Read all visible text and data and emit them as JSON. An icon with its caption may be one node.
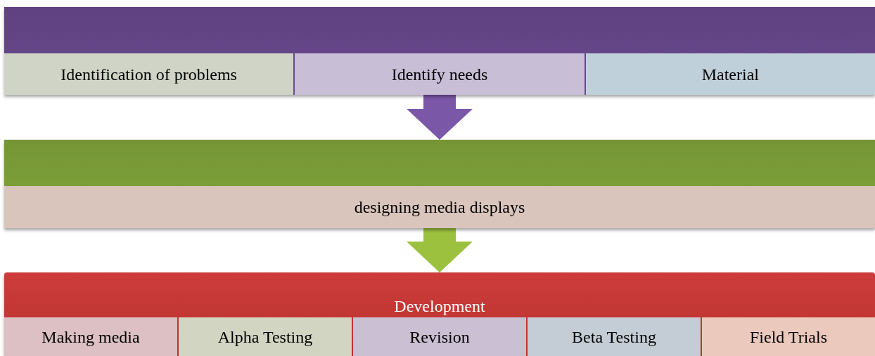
{
  "diagram": {
    "nodes": [
      {
        "text": [],
        "shape": "bar"
      },
      {
        "text": [
          "Identification of problems"
        ],
        "in": 0
      },
      {
        "text": [
          "Identify needs"
        ],
        "in": 0
      },
      {
        "text": [
          "Material"
        ],
        "in": 0
      },
      {
        "text": [],
        "shape": "bar"
      },
      {
        "text": [
          "designing media displays"
        ],
        "in": 4
      },
      {
        "text": [
          "Development"
        ]
      },
      {
        "text": [
          "Making media"
        ],
        "in": 6
      },
      {
        "text": [
          "Alpha Testing"
        ],
        "in": 6
      },
      {
        "text": [
          "Revision"
        ],
        "in": 6
      },
      {
        "text": [
          "Beta Testing"
        ],
        "in": 6
      },
      {
        "text": [
          "Field Trials"
        ],
        "in": 6
      }
    ],
    "edges": [
      {
        "from": 0,
        "to": 4,
        "arrow": "to",
        "color": "#7b57a8"
      },
      {
        "from": 4,
        "to": 6,
        "arrow": "to",
        "color": "#9bc13f"
      }
    ]
  }
}
